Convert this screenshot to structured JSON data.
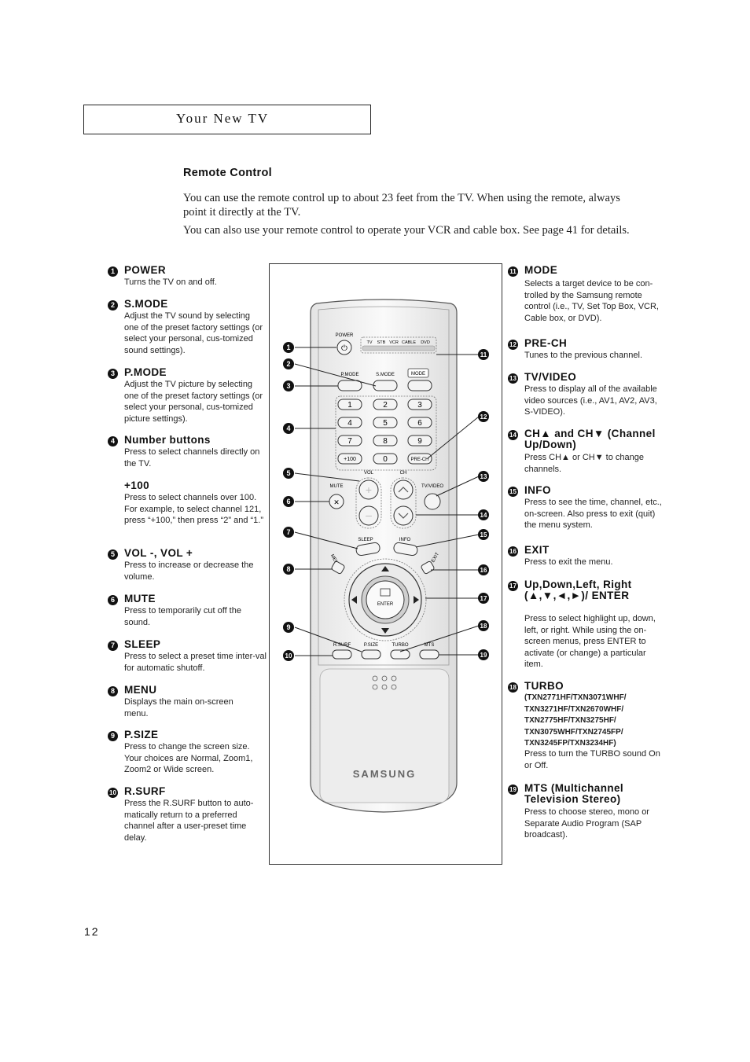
{
  "section_title": "Your New TV",
  "heading": "Remote Control",
  "intro": [
    "You can use the remote control up to about 23 feet from the TV. When using the remote, always point it directly at the TV.",
    "You can also use your remote control to operate your VCR and cable box. See page 41 for details."
  ],
  "left_items": [
    {
      "num": "1",
      "title": "POWER",
      "desc": "Turns the TV on and off."
    },
    {
      "num": "2",
      "title": "S.MODE",
      "desc": "Adjust the TV sound by selecting one of the preset factory settings (or select your personal, cus-tomized sound settings)."
    },
    {
      "num": "3",
      "title": "P.MODE",
      "desc": "Adjust the TV picture by selecting one of the preset factory settings (or select your personal, cus-tomized picture settings)."
    },
    {
      "num": "4",
      "title": "Number buttons",
      "desc": "Press to select channels directly on the TV."
    },
    {
      "num": "",
      "title": "+100",
      "desc": "Press to select channels over 100. For example, to select channel 121, press “+100,” then press “2” and “1.”"
    },
    {
      "num": "5",
      "title": "VOL -, VOL +",
      "desc": "Press to increase or decrease the volume."
    },
    {
      "num": "6",
      "title": "MUTE",
      "desc": "Press to temporarily cut off the sound."
    },
    {
      "num": "7",
      "title": "SLEEP",
      "desc": "Press to select a preset time inter-val for automatic shutoff."
    },
    {
      "num": "8",
      "title": "MENU",
      "desc": "Displays the main on-screen menu."
    },
    {
      "num": "9",
      "title": "P.SIZE",
      "desc": "Press to change the screen size. Your choices are Normal, Zoom1, Zoom2 or Wide screen."
    },
    {
      "num": "10",
      "title": "R.SURF",
      "desc": "Press the R.SURF button to auto-matically return to a preferred channel after a user-preset time delay."
    }
  ],
  "right_items": [
    {
      "num": "11",
      "title": "MODE",
      "desc": "Selects a target device to be con-trolled by the Samsung remote control (i.e., TV, Set Top Box, VCR, Cable box, or DVD)."
    },
    {
      "num": "12",
      "title": "PRE-CH",
      "desc": "Tunes to the previous channel."
    },
    {
      "num": "13",
      "title": "TV/VIDEO",
      "desc": "Press to display all of the available video sources (i.e., AV1, AV2, AV3, S-VIDEO)."
    },
    {
      "num": "14",
      "title": "CH▲ and CH▼ (Channel Up/Down)",
      "desc": "Press CH▲ or CH▼ to change channels."
    },
    {
      "num": "15",
      "title": "INFO",
      "desc": "Press to see the time, channel, etc., on-screen. Also press to exit (quit) the menu system."
    },
    {
      "num": "16",
      "title": "EXIT",
      "desc": "Press to exit the menu."
    },
    {
      "num": "17",
      "title": "Up,Down,Left, Right (▲,▼,◄,►)/ ENTER",
      "desc": "Press to select highlight up, down, left, or right. While using the on-screen menus, press ENTER to activate (or change) a particular item."
    },
    {
      "num": "18",
      "title": "TURBO",
      "models": "(TXN2771HF/TXN3071WHF/ TXN3271HF/TXN2670WHF/ TXN2775HF/TXN3275HF/ TXN3075WHF/TXN2745FP/ TXN3245FP/TXN3234HF)",
      "desc": "Press to turn the TURBO sound On or Off."
    },
    {
      "num": "19",
      "title": "MTS (Multichannel Television Stereo)",
      "desc": "Press to choose stereo, mono or Separate Audio Program (SAP broadcast)."
    }
  ],
  "remote": {
    "power": "POWER",
    "modes": [
      "TV",
      "STB",
      "VCR",
      "CABLE",
      "DVD"
    ],
    "pmode": "P.MODE",
    "smode": "S.MODE",
    "mode": "MODE",
    "digits": [
      "1",
      "2",
      "3",
      "4",
      "5",
      "6",
      "7",
      "8",
      "9",
      "+100",
      "0",
      "PRE-CH"
    ],
    "vol": "VOL",
    "ch": "CH",
    "mute": "MUTE",
    "tvvideo": "TV/VIDEO",
    "sleep": "SLEEP",
    "info": "INFO",
    "menu": "MENU",
    "exit": "EXIT",
    "enter": "ENTER",
    "rsurf": "R.SURF",
    "psize": "P.SIZE",
    "turbo": "TURBO",
    "mts": "MTS",
    "brand": "SAMSUNG",
    "callouts": [
      "1",
      "2",
      "3",
      "4",
      "5",
      "6",
      "7",
      "8",
      "9",
      "10",
      "11",
      "12",
      "13",
      "14",
      "15",
      "16",
      "17",
      "18",
      "19"
    ]
  },
  "page_number": "12"
}
